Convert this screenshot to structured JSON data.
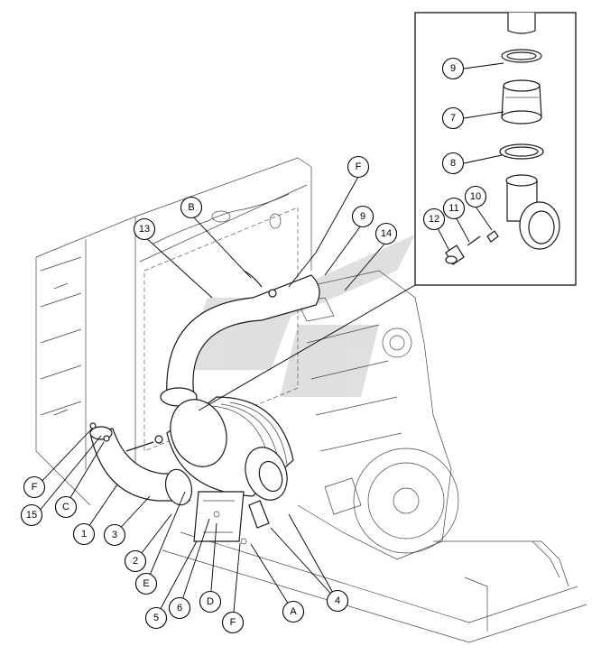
{
  "callouts": [
    {
      "id": "c9-inset",
      "label": "9"
    },
    {
      "id": "c7-inset",
      "label": "7"
    },
    {
      "id": "c8-inset",
      "label": "8"
    },
    {
      "id": "c10-inset",
      "label": "10"
    },
    {
      "id": "c11-inset",
      "label": "11"
    },
    {
      "id": "c12-inset",
      "label": "12"
    },
    {
      "id": "cF-top",
      "label": "F"
    },
    {
      "id": "cB",
      "label": "B"
    },
    {
      "id": "c13",
      "label": "13"
    },
    {
      "id": "c9-main",
      "label": "9"
    },
    {
      "id": "c14",
      "label": "14"
    },
    {
      "id": "cF-left",
      "label": "F"
    },
    {
      "id": "c15",
      "label": "15"
    },
    {
      "id": "cC",
      "label": "C"
    },
    {
      "id": "c1",
      "label": "1"
    },
    {
      "id": "c3",
      "label": "3"
    },
    {
      "id": "c2",
      "label": "2"
    },
    {
      "id": "cE",
      "label": "E"
    },
    {
      "id": "c5",
      "label": "5"
    },
    {
      "id": "c6",
      "label": "6"
    },
    {
      "id": "cD",
      "label": "D"
    },
    {
      "id": "cF-bottom",
      "label": "F"
    },
    {
      "id": "cA",
      "label": "A"
    },
    {
      "id": "c4",
      "label": "4"
    }
  ]
}
